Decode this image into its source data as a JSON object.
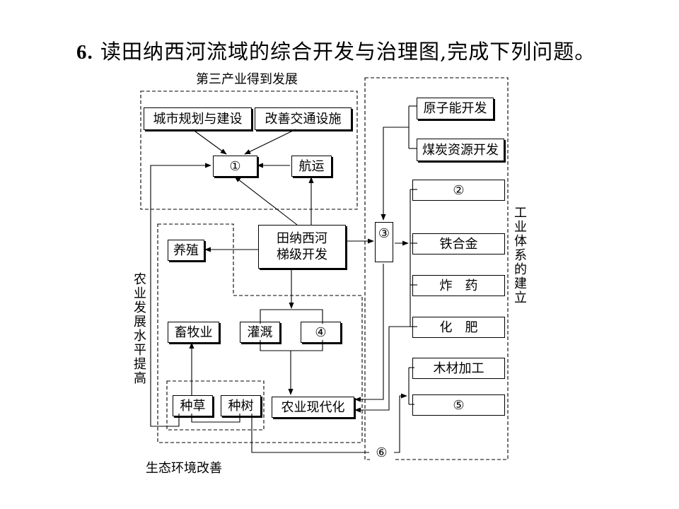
{
  "question": {
    "number": "6.",
    "text": "读田纳西河流域的综合开发与治理图,完成下列问题。"
  },
  "labels": {
    "tertiary": "第三产业得到发展",
    "industry": "工业体系的建立",
    "agriculture": "农业发展水平提高",
    "ecology": "生态环境改善"
  },
  "nodes": {
    "urban_planning": "城市规划与建设",
    "transport": "改善交通设施",
    "blank1": "①",
    "shipping": "航运",
    "tva": "田纳西河\n梯级开发",
    "aquaculture": "养殖",
    "blank3": "③",
    "nuclear": "原子能开发",
    "coal": "煤炭资源开发",
    "blank2": "②",
    "ferroalloy": "铁合金",
    "explosives": "炸　药",
    "fertilizer": "化　肥",
    "timber": "木材加工",
    "blank5": "⑤",
    "livestock": "畜牧业",
    "irrigation": "灌溉",
    "blank4": "④",
    "grass": "种草",
    "trees": "种树",
    "ag_modern": "农业现代化",
    "blank6": "⑥"
  }
}
